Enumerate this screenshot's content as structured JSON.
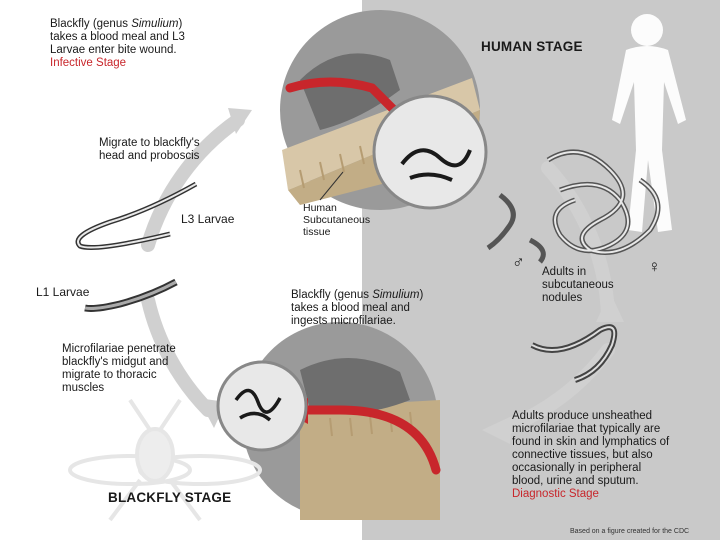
{
  "diagram": {
    "infective_block": {
      "line1_pre": "Blackfly (genus ",
      "line1_genus": "Simulium",
      "line1_post": ")",
      "line2": "takes a blood meal and L3",
      "line3": "Larvae enter bite wound.",
      "stage_label": "Infective Stage"
    },
    "human_stage_title": "HUMAN STAGE",
    "migrate_block": {
      "line1": "Migrate to blackfly's",
      "line2": "head and proboscis"
    },
    "l3_label": "L3 Larvae",
    "subcutaneous_block": {
      "line1": "Human",
      "line2": "Subcutaneous",
      "line3": "tissue"
    },
    "male_symbol": "♂",
    "female_symbol": "♀",
    "adults_nodules_block": {
      "line1": "Adults in",
      "line2": "subcutaneous",
      "line3": "nodules"
    },
    "l1_label": "L1 Larvae",
    "ingest_block": {
      "line1_pre": "Blackfly (genus ",
      "line1_genus": "Simulium",
      "line1_post": ")",
      "line2": "takes a blood meal and",
      "line3": "ingests microfilariae."
    },
    "penetrate_block": {
      "line1": "Microfilariae penetrate",
      "line2": "blackfly's midgut and",
      "line3": "migrate to thoracic",
      "line4": "muscles"
    },
    "diagnostic_block": {
      "line1": "Adults produce unsheathed",
      "line2": "microfilariae that typically are",
      "line3": "found in skin and lymphatics of",
      "line4": "connective tissues, but also",
      "line5": "occasionally in peripheral",
      "line6": "blood, urine and sputum.",
      "stage_label": "Diagnostic Stage"
    },
    "blackfly_stage_title": "BLACKFLY STAGE",
    "credit": "Based on a figure created for the CDC"
  },
  "colors": {
    "human_stage_bg": "#c9c9c9",
    "cycle_arrow": "#d0d0d0",
    "red_accent": "#c8262b",
    "skin": "#d8c7a8",
    "circle_bg": "#9a9a9a"
  }
}
